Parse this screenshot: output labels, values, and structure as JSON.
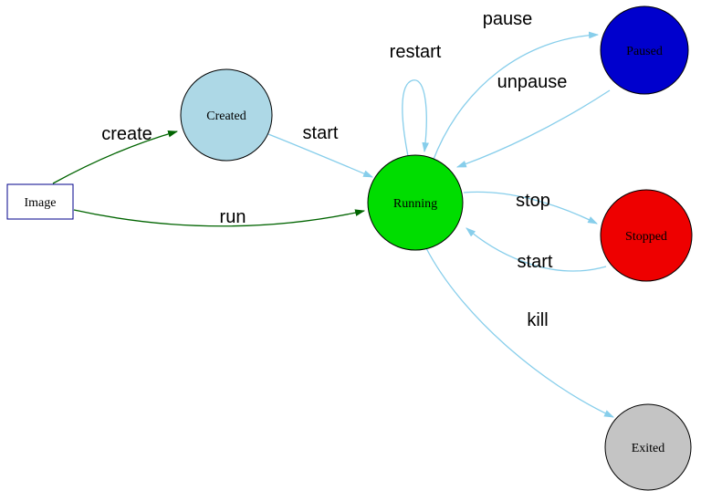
{
  "diagram": {
    "kind": "state-machine",
    "subject": "container lifecycle"
  },
  "colors": {
    "background": "#ffffff",
    "edge_blue": "#87ceeb",
    "edge_green": "#006400",
    "label_color": "#000000",
    "node_image_fill": "#ffffff",
    "node_image_border": "#00008b",
    "node_created_fill": "#add8e6",
    "node_running_fill": "#00dd00",
    "node_paused_fill": "#0000cd",
    "node_stopped_fill": "#ee0000",
    "node_exited_fill": "#c4c4c4"
  },
  "nodes": {
    "image": {
      "label": "Image"
    },
    "created": {
      "label": "Created"
    },
    "running": {
      "label": "Running"
    },
    "paused": {
      "label": "Paused"
    },
    "stopped": {
      "label": "Stopped"
    },
    "exited": {
      "label": "Exited"
    }
  },
  "edges": {
    "create": {
      "label": "create",
      "from": "image",
      "to": "created"
    },
    "run": {
      "label": "run",
      "from": "image",
      "to": "running"
    },
    "start_created_running": {
      "label": "start",
      "from": "created",
      "to": "running"
    },
    "restart": {
      "label": "restart",
      "from": "running",
      "to": "running"
    },
    "pause": {
      "label": "pause",
      "from": "running",
      "to": "paused"
    },
    "unpause": {
      "label": "unpause",
      "from": "paused",
      "to": "running"
    },
    "stop": {
      "label": "stop",
      "from": "running",
      "to": "stopped"
    },
    "start_stopped_running": {
      "label": "start",
      "from": "stopped",
      "to": "running"
    },
    "kill": {
      "label": "kill",
      "from": "running",
      "to": "exited"
    }
  }
}
